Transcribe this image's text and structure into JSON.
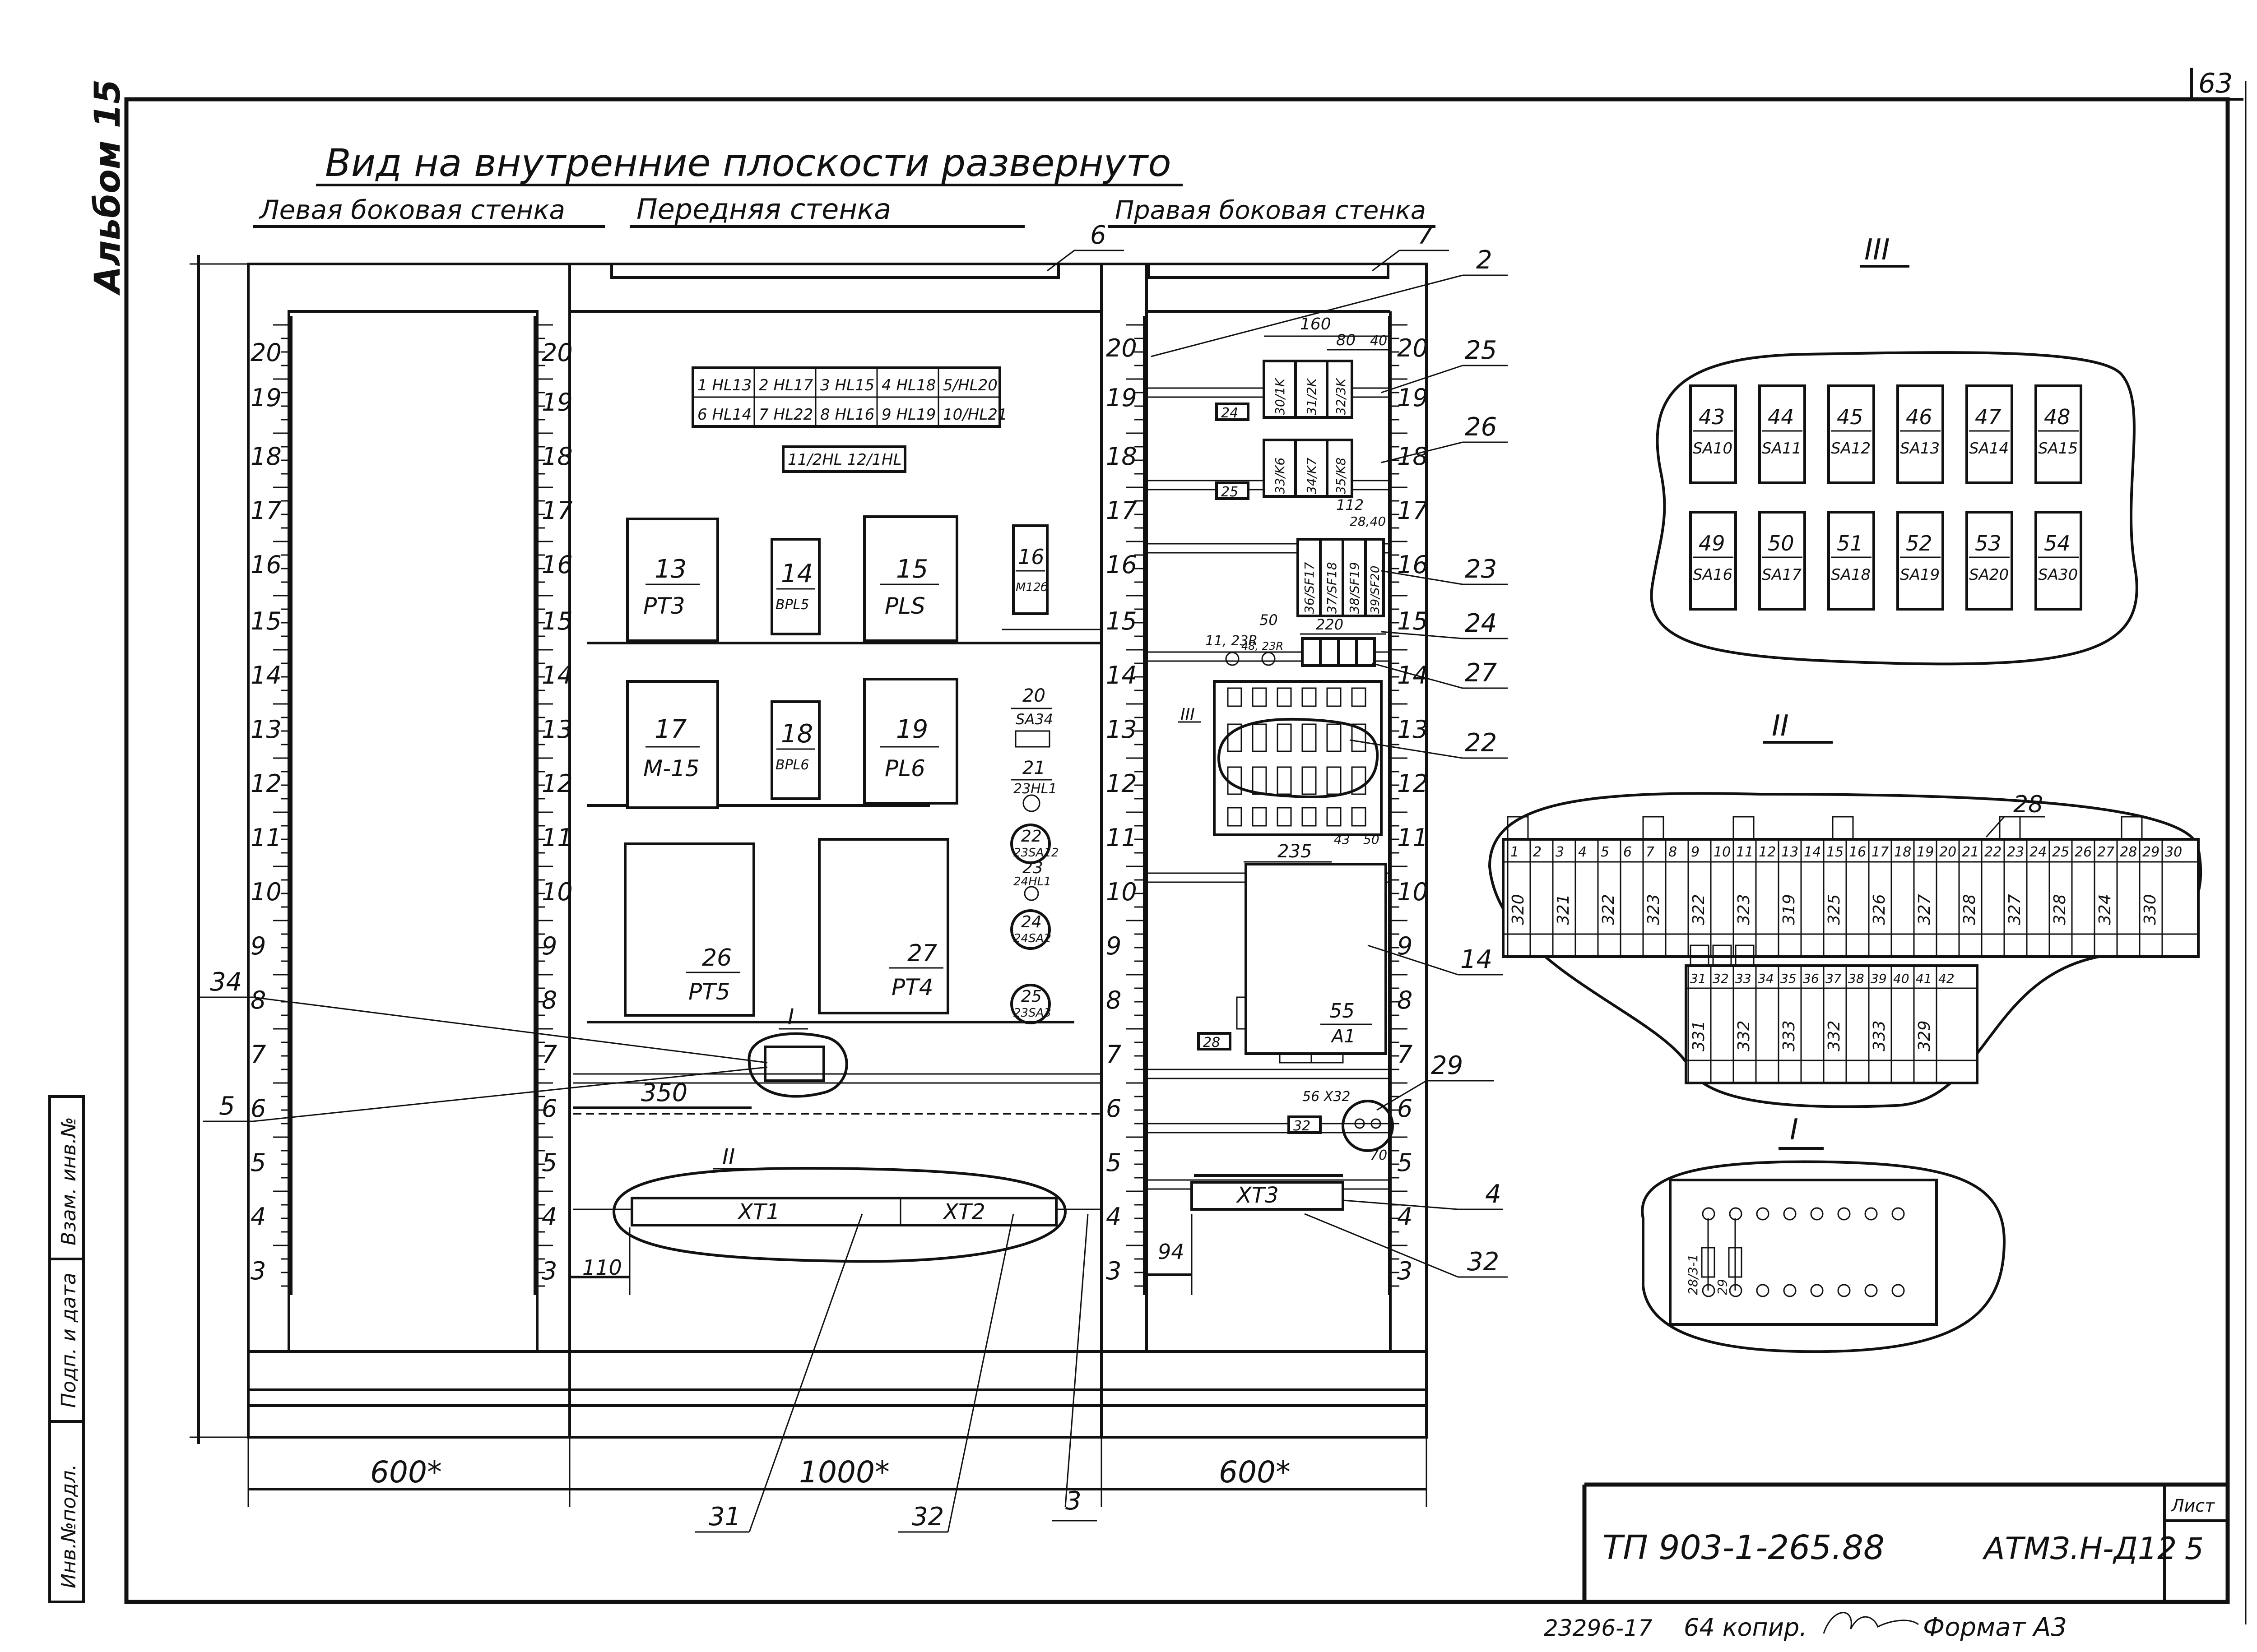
{
  "sheet": {
    "sheet_number": "63",
    "album": "Альбом 15",
    "title": "Вид на внутренние плоскости развернуто",
    "side_left": "Левая боковая стенка",
    "side_front": "Передняя стенка",
    "side_right": "Правая боковая стенка",
    "doc_code": "ТП 903-1-265.88",
    "doc_mark": "АТМЗ.Н-Д12",
    "list_label": "Лист",
    "list_value": "5",
    "footer_left": "23296-17",
    "footer_copy": "64 копир.",
    "footer_format": "Формат А3",
    "stamp_labels": [
      "Инв.№подл.",
      "Подп. и дата",
      "Взам. инв.№"
    ]
  },
  "scale": {
    "labels": [
      "3",
      "4",
      "5",
      "6",
      "7",
      "8",
      "9",
      "10",
      "11",
      "12",
      "13",
      "14",
      "15",
      "16",
      "17",
      "18",
      "19",
      "20"
    ]
  },
  "dims": {
    "width_left": "600*",
    "width_front": "1000*",
    "width_right": "600*",
    "d350": "350",
    "d110": "110",
    "d94": "94",
    "d160": "160",
    "d80": "80",
    "d40": "40",
    "d112": "112",
    "d28_40": "28,40",
    "d50": "50",
    "d220": "220",
    "d235": "235",
    "d43": "43",
    "d50b": "50",
    "d70": "70"
  },
  "callouts": {
    "c6": "6",
    "c7": "7",
    "c2": "2",
    "c25": "25",
    "c26": "26",
    "c23": "23",
    "c24": "24",
    "c27": "27",
    "c22": "22",
    "c14": "14",
    "c29": "29",
    "c4": "4",
    "c32r": "32",
    "c34": "34",
    "c5": "5",
    "c31": "31",
    "c32b": "32",
    "c3": "3"
  },
  "markers": {
    "m1": "I",
    "m2": "II",
    "m3": "III"
  },
  "front": {
    "hl_grid": [
      [
        "1 HL13",
        "2 HL17",
        "3 HL15",
        "4 HL18",
        "5/HL20"
      ],
      [
        "6 HL14",
        "7 HL22",
        "8 HL16",
        "9 HL19",
        "10/HL21"
      ]
    ],
    "hl_extra": "11/2HL 12/1HL",
    "devices": [
      {
        "num": "13",
        "code": "РТ3"
      },
      {
        "num": "14",
        "code": "BPL5"
      },
      {
        "num": "15",
        "code": "PLS"
      },
      {
        "num": "16",
        "code": "М12б"
      },
      {
        "num": "17",
        "code": "М-15"
      },
      {
        "num": "18",
        "code": "BPL6"
      },
      {
        "num": "19",
        "code": "PL6"
      },
      {
        "num": "26",
        "code": "РТ5"
      },
      {
        "num": "27",
        "code": "РТ4"
      }
    ],
    "column_items": [
      {
        "num": "20",
        "code": "SA34"
      },
      {
        "num": "21",
        "code": "23HL1"
      },
      {
        "num": "22",
        "code": "23SA12"
      },
      {
        "num": "23",
        "code": "24HL1"
      },
      {
        "num": "24",
        "code": "24SA2"
      },
      {
        "num": "25",
        "code": "23SA3"
      }
    ],
    "terminals": [
      "XT1",
      "XT2"
    ]
  },
  "right": {
    "row19": [
      "24",
      "30/1K",
      "31/2K",
      "32/3K"
    ],
    "row18": [
      "25",
      "33/K6",
      "34/K7",
      "35/K8"
    ],
    "sf": [
      "36/SF17",
      "37/SF18",
      "38/SF19",
      "39/SF20"
    ],
    "row14_label": "11, 23R",
    "row14_small": "48, 23R",
    "block55": {
      "num": "55",
      "code": "А1"
    },
    "x32": "56 X32",
    "r28": "28",
    "r32": "32",
    "terminal": "XT3"
  },
  "detail3": {
    "title": "III",
    "row1": [
      {
        "num": "43",
        "code": "SA10"
      },
      {
        "num": "44",
        "code": "SA11"
      },
      {
        "num": "45",
        "code": "SA12"
      },
      {
        "num": "46",
        "code": "SA13"
      },
      {
        "num": "47",
        "code": "SA14"
      },
      {
        "num": "48",
        "code": "SA15"
      }
    ],
    "row2": [
      {
        "num": "49",
        "code": "SA16"
      },
      {
        "num": "50",
        "code": "SA17"
      },
      {
        "num": "51",
        "code": "SA18"
      },
      {
        "num": "52",
        "code": "SA19"
      },
      {
        "num": "53",
        "code": "SA20"
      },
      {
        "num": "54",
        "code": "SA30"
      }
    ]
  },
  "detail2": {
    "title": "II",
    "callout": "28",
    "numbers": [
      "1",
      "2",
      "3",
      "4",
      "5",
      "6",
      "7",
      "8",
      "9",
      "10",
      "11",
      "12",
      "13",
      "14",
      "15",
      "16",
      "17",
      "18",
      "19",
      "20",
      "21",
      "22",
      "23",
      "24",
      "25",
      "26",
      "27",
      "28",
      "29",
      "30"
    ],
    "codes": [
      "320",
      "321",
      "322",
      "323",
      "322",
      "323",
      "319",
      "325",
      "326",
      "327",
      "328",
      "327",
      "328",
      "324",
      "330"
    ],
    "numbers2": [
      "31",
      "32",
      "33",
      "34",
      "35",
      "36",
      "37",
      "38",
      "39",
      "40",
      "41",
      "42"
    ],
    "codes2": [
      "331",
      "332",
      "333",
      "332",
      "333",
      "329"
    ]
  },
  "detail1": {
    "title": "I",
    "labels": [
      "28/3-1",
      "29"
    ]
  }
}
